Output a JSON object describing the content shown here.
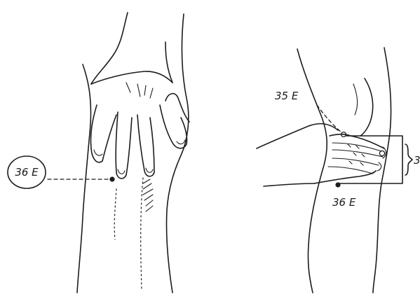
{
  "figure": {
    "labels": {
      "left_point": "36 E",
      "right_upper_point": "35 E",
      "right_lower_point": "36 E",
      "right_side_label": "3"
    }
  }
}
